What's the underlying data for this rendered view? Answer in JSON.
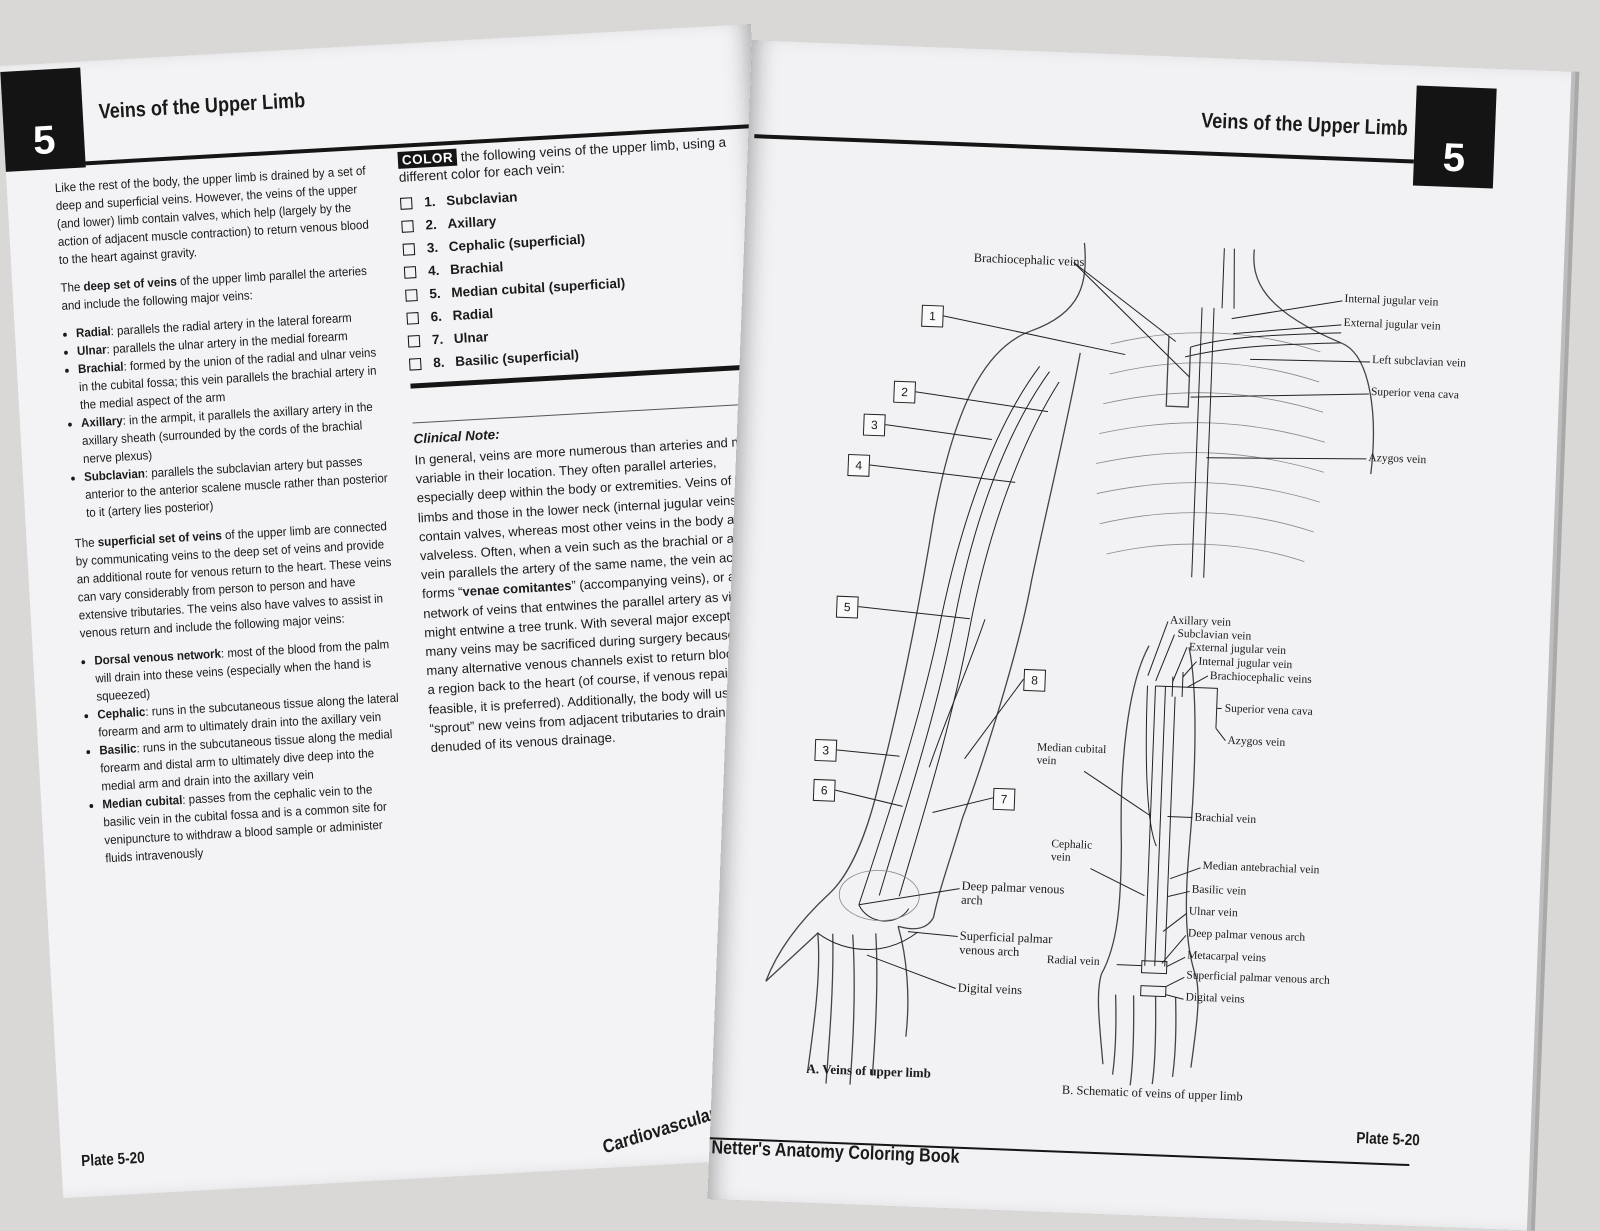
{
  "left_page": {
    "chapter_number": "5",
    "header_title": "Veins of the Upper Limb",
    "intro": "Like the rest of the body, the upper limb is drained by a set of deep and superficial veins. However, the veins of the upper (and lower) limb contain valves, which help (largely by the action of adjacent muscle contraction) to return venous blood to the heart against gravity.",
    "deep_intro_pre": "The ",
    "deep_intro_bold": "deep set of veins",
    "deep_intro_post": " of the upper limb parallel the arteries and include the following major veins:",
    "deep_veins": [
      {
        "term": "Radial",
        "text": ": parallels the radial artery in the lateral forearm"
      },
      {
        "term": "Ulnar",
        "text": ": parallels the ulnar artery in the medial forearm"
      },
      {
        "term": "Brachial",
        "text": ": formed by the union of the radial and ulnar veins in the cubital fossa; this vein parallels the brachial artery in the medial aspect of the arm"
      },
      {
        "term": "Axillary",
        "text": ": in the armpit, it parallels the axillary artery in the axillary sheath (surrounded by the cords of the brachial nerve plexus)"
      },
      {
        "term": "Subclavian",
        "text": ": parallels the subclavian artery but passes anterior to the anterior scalene muscle rather than posterior to it (artery lies posterior)"
      }
    ],
    "sup_intro_pre": "The ",
    "sup_intro_bold": "superficial set of veins",
    "sup_intro_post": " of the upper limb are connected by communicating veins to the deep set of veins and provide an additional route for venous return to the heart. These veins can vary considerably from person to person and have extensive tributaries. The veins also have valves to assist in venous return and include the following major veins:",
    "sup_veins": [
      {
        "term": "Dorsal venous network",
        "text": ": most of the blood from the palm will drain into these veins (especially when the hand is squeezed)"
      },
      {
        "term": "Cephalic",
        "text": ": runs in the subcutaneous tissue along the lateral forearm and arm to ultimately drain into the axillary vein"
      },
      {
        "term": "Basilic",
        "text": ": runs in the subcutaneous tissue along the medial forearm and distal arm to ultimately dive deep into the medial arm and drain into the axillary vein"
      },
      {
        "term": "Median cubital",
        "text": ": passes from the cephalic vein to the basilic vein in the cubital fossa and is a common site for venipuncture to withdraw a blood sample or administer fluids intravenously"
      }
    ],
    "color_tag": "COLOR",
    "color_instruction": "the following veins of the upper limb, using a different color for each vein:",
    "checklist": [
      {
        "num": "1.",
        "label": "Subclavian"
      },
      {
        "num": "2.",
        "label": "Axillary"
      },
      {
        "num": "3.",
        "label": "Cephalic (superficial)"
      },
      {
        "num": "4.",
        "label": "Brachial"
      },
      {
        "num": "5.",
        "label": "Median cubital (superficial)"
      },
      {
        "num": "6.",
        "label": "Radial"
      },
      {
        "num": "7.",
        "label": "Ulnar"
      },
      {
        "num": "8.",
        "label": "Basilic (superficial)"
      }
    ],
    "clinical_title": "Clinical Note:",
    "clinical_p1": "In general, veins are more numerous than arteries and more variable in their location. They often parallel arteries, especially deep within the body or extremities. Veins of the limbs and those in the lower neck (internal jugular veins) contain valves, whereas most other veins in the body are valveless. Often, when a vein such as the brachial or axillary vein parallels the artery of the same name, the vein actually forms “",
    "clinical_bold": "venae comitantes",
    "clinical_p2": "” (accompanying veins), or a network of veins that entwines the parallel artery as vines might entwine a tree trunk. With several major exceptions, many veins may be sacrificed during surgery because so many alternative venous channels exist to return blood from a region back to the heart (of course, if venous repair is feasible, it is preferred). Additionally, the body will usually “sprout” new veins from adjacent tributaries to drain an area denuded of its venous drainage.",
    "footer_plate": "Plate 5-20",
    "footer_section": "Cardiovascular System"
  },
  "right_page": {
    "chapter_number": "5",
    "header_title": "Veins of the Upper Limb",
    "footer_book": "Netter's Anatomy Coloring Book",
    "footer_plate": "Plate 5-20",
    "figure_a": {
      "caption": "A. Veins of upper limb",
      "labels": {
        "brachiocephalic": "Brachiocephalic veins",
        "internal_jugular": "Internal jugular vein",
        "external_jugular": "External jugular vein",
        "left_subclavian": "Left subclavian vein",
        "superior_vena_cava": "Superior vena cava",
        "azygos": "Azygos vein",
        "deep_palmar": "Deep palmar venous arch",
        "superficial_palmar": "Superficial palmar venous arch",
        "digital": "Digital veins"
      },
      "number_boxes": [
        "1",
        "2",
        "3",
        "4",
        "5",
        "8",
        "3",
        "6",
        "7"
      ]
    },
    "figure_b": {
      "caption": "B. Schematic of veins of upper limb",
      "labels": {
        "axillary": "Axillary vein",
        "subclavian": "Subclavian vein",
        "external_jugular": "External jugular vein",
        "internal_jugular": "Internal jugular vein",
        "brachiocephalic": "Brachiocephalic veins",
        "superior_vena_cava": "Superior vena cava",
        "azygos": "Azygos vein",
        "median_cubital": "Median cubital vein",
        "brachial": "Brachial vein",
        "cephalic": "Cephalic vein",
        "median_antebrachial": "Median antebrachial vein",
        "basilic": "Basilic vein",
        "ulnar": "Ulnar vein",
        "deep_palmar": "Deep palmar venous arch",
        "radial": "Radial vein",
        "metacarpal": "Metacarpal veins",
        "superficial_palmar": "Superficial palmar venous arch",
        "digital": "Digital veins"
      }
    }
  }
}
